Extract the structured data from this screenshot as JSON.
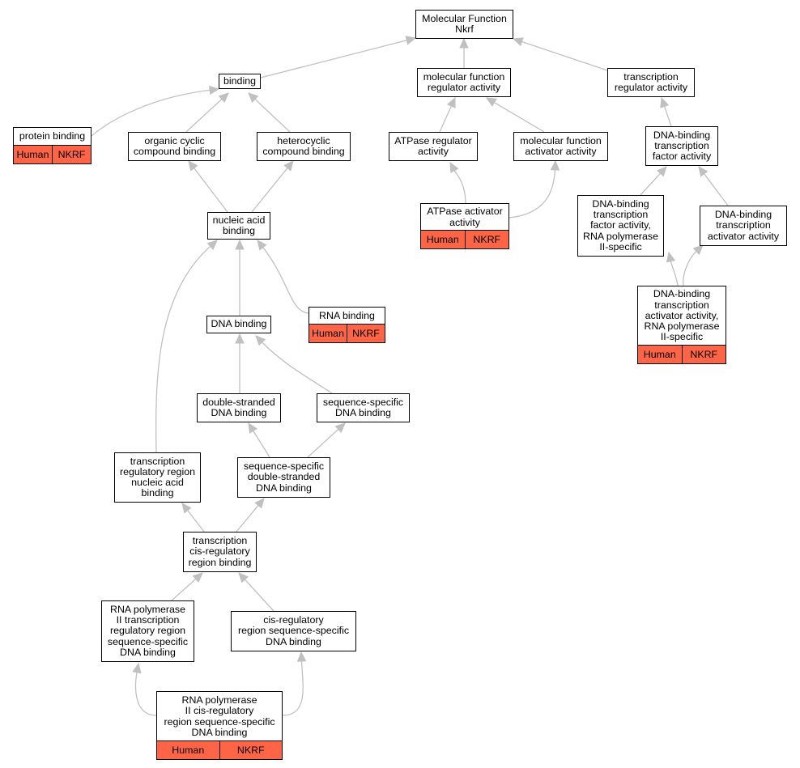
{
  "colors": {
    "edge": "#c0c0c0",
    "highlight": "#fe6446",
    "border": "#000000",
    "background": "#ffffff"
  },
  "nodes": [
    {
      "id": "root",
      "label": "Molecular Function\nNkrf"
    },
    {
      "id": "binding",
      "label": "binding"
    },
    {
      "id": "mfra",
      "label": "molecular function\nregulator activity"
    },
    {
      "id": "tra",
      "label": "transcription\nregulator activity"
    },
    {
      "id": "pb",
      "label": "protein binding",
      "annotation": [
        "Human",
        "NKRF"
      ]
    },
    {
      "id": "ocb",
      "label": "organic cyclic\ncompound binding"
    },
    {
      "id": "hcb",
      "label": "heterocyclic\ncompound binding"
    },
    {
      "id": "atpreg",
      "label": "ATPase regulator\nactivity"
    },
    {
      "id": "mfaa",
      "label": "molecular function\nactivator activity"
    },
    {
      "id": "dbtfa",
      "label": "DNA-binding\ntranscription\nfactor activity"
    },
    {
      "id": "atpact",
      "label": "ATPase activator\nactivity",
      "annotation": [
        "Human",
        "NKRF"
      ]
    },
    {
      "id": "nab",
      "label": "nucleic acid\nbinding"
    },
    {
      "id": "dbtfa2",
      "label": "DNA-binding\ntranscription\nfactor activity,\nRNA polymerase\nII-specific"
    },
    {
      "id": "dbtaa",
      "label": "DNA-binding\ntranscription\nactivator activity"
    },
    {
      "id": "dbtaa2",
      "label": "DNA-binding\ntranscription\nactivator activity,\nRNA polymerase\nII-specific",
      "annotation": [
        "Human",
        "NKRF"
      ]
    },
    {
      "id": "rnab",
      "label": "RNA binding",
      "annotation": [
        "Human",
        "NKRF"
      ]
    },
    {
      "id": "dnab",
      "label": "DNA binding"
    },
    {
      "id": "dsdb",
      "label": "double-stranded\nDNA binding"
    },
    {
      "id": "ssdb",
      "label": "sequence-specific\nDNA binding"
    },
    {
      "id": "trrnab",
      "label": "transcription\nregulatory region\nnucleic acid\nbinding"
    },
    {
      "id": "ssdsdb",
      "label": "sequence-specific\ndouble-stranded\nDNA binding"
    },
    {
      "id": "tcrrb",
      "label": "transcription\ncis-regulatory\nregion binding"
    },
    {
      "id": "rp2trr",
      "label": "RNA polymerase\nII transcription\nregulatory region\nsequence-specific\nDNA binding"
    },
    {
      "id": "crrss",
      "label": "cis-regulatory\nregion sequence-specific\nDNA binding"
    },
    {
      "id": "rp2crr",
      "label": "RNA polymerase\nII cis-regulatory\nregion sequence-specific\nDNA binding",
      "annotation": [
        "Human",
        "NKRF"
      ]
    }
  ],
  "edges": [
    {
      "from": "binding",
      "to": "root"
    },
    {
      "from": "mfra",
      "to": "root"
    },
    {
      "from": "tra",
      "to": "root"
    },
    {
      "from": "pb",
      "to": "binding"
    },
    {
      "from": "ocb",
      "to": "binding"
    },
    {
      "from": "hcb",
      "to": "binding"
    },
    {
      "from": "atpreg",
      "to": "mfra"
    },
    {
      "from": "mfaa",
      "to": "mfra"
    },
    {
      "from": "dbtfa",
      "to": "tra"
    },
    {
      "from": "atpact",
      "to": "atpreg"
    },
    {
      "from": "atpact",
      "to": "mfaa"
    },
    {
      "from": "nab",
      "to": "ocb"
    },
    {
      "from": "nab",
      "to": "hcb"
    },
    {
      "from": "dbtfa2",
      "to": "dbtfa"
    },
    {
      "from": "dbtaa",
      "to": "dbtfa"
    },
    {
      "from": "dbtaa2",
      "to": "dbtfa2"
    },
    {
      "from": "dbtaa2",
      "to": "dbtaa"
    },
    {
      "from": "rnab",
      "to": "nab"
    },
    {
      "from": "dnab",
      "to": "nab"
    },
    {
      "from": "trrnab",
      "to": "nab"
    },
    {
      "from": "dsdb",
      "to": "dnab"
    },
    {
      "from": "ssdb",
      "to": "dnab"
    },
    {
      "from": "ssdsdb",
      "to": "dsdb"
    },
    {
      "from": "ssdsdb",
      "to": "ssdb"
    },
    {
      "from": "tcrrb",
      "to": "trrnab"
    },
    {
      "from": "tcrrb",
      "to": "ssdsdb"
    },
    {
      "from": "rp2trr",
      "to": "tcrrb"
    },
    {
      "from": "crrss",
      "to": "tcrrb"
    },
    {
      "from": "rp2crr",
      "to": "rp2trr"
    },
    {
      "from": "rp2crr",
      "to": "crrss"
    }
  ]
}
